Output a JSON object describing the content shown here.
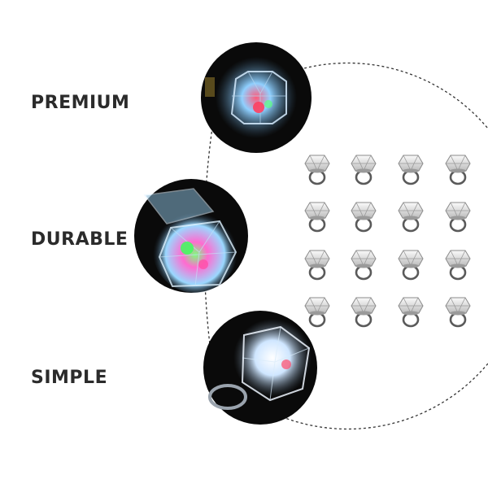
{
  "features": [
    {
      "label": "PREMIUM"
    },
    {
      "label": "DURABLE"
    },
    {
      "label": "SIMPLE"
    }
  ],
  "product": {
    "ring_count": 16,
    "grid_rows": 4,
    "grid_cols": 4
  },
  "colors": {
    "text": "#2b2b2b",
    "circle_bg": "#0a0a0a",
    "dashed_arc": "#333333",
    "ring_metal": "#5a5a5a",
    "gem": "#e6e6e6"
  }
}
